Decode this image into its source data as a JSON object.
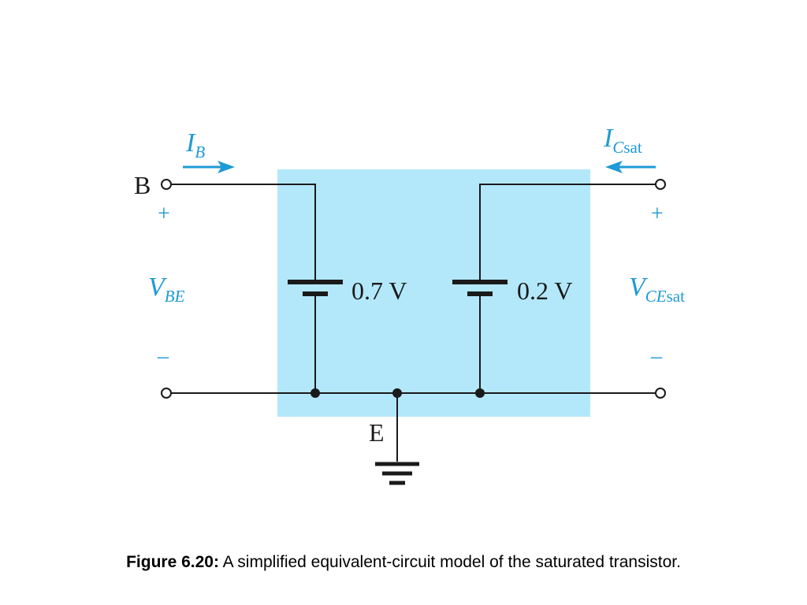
{
  "diagram": {
    "shaded_region_color": "#b3e8fb",
    "accent_color": "#1e9ad6",
    "terminal_base": "B",
    "terminal_emitter": "E",
    "current_base": {
      "main": "I",
      "sub": "B"
    },
    "current_collector": {
      "main": "I",
      "sub_italic": "C",
      "sub_rest": "sat"
    },
    "voltage_be": {
      "main": "V",
      "sub": "BE"
    },
    "voltage_ce": {
      "main": "V",
      "sub_italic": "CE",
      "sub_rest": "sat"
    },
    "plus_sign": "+",
    "minus_sign": "–",
    "battery_left_label": "0.7 V",
    "battery_right_label": "0.2 V"
  },
  "caption": {
    "prefix": "Figure 6.20:",
    "text": " A simplified equivalent-circuit model of the saturated transistor."
  }
}
